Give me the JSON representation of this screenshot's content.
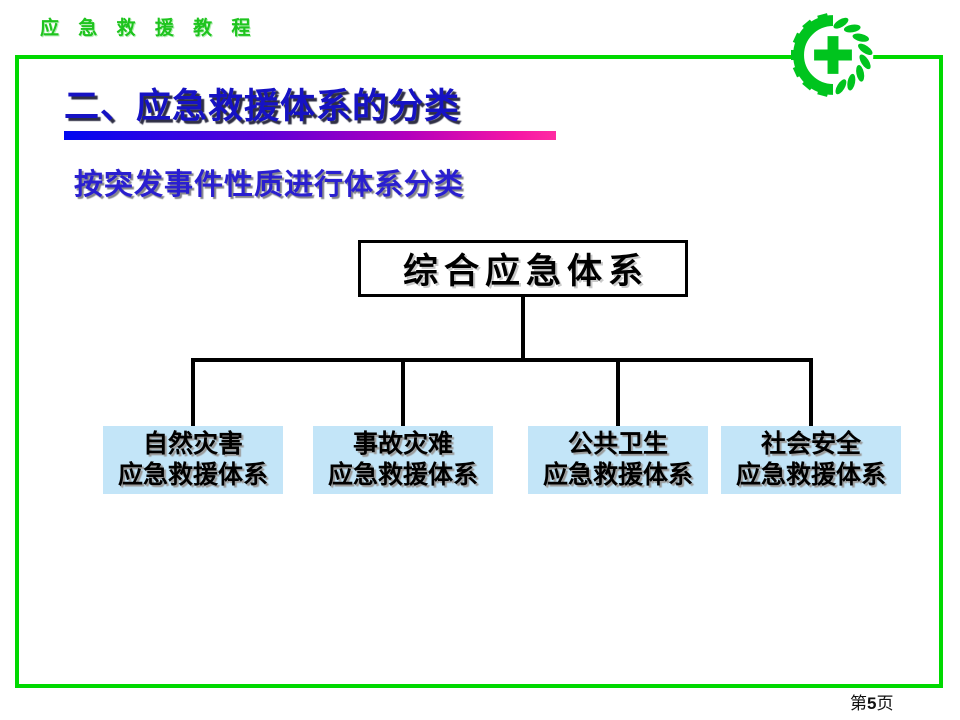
{
  "slide": {
    "header": "应 急 救 援 教 程",
    "title": "二、应急救援体系的分类",
    "subtitle": "按突发事件性质进行体系分类",
    "page": {
      "prefix": "第",
      "number": "5",
      "suffix": "页"
    }
  },
  "logo": {
    "icon": "safety-gear-wreath-cross"
  },
  "diagram": {
    "type": "tree",
    "root_label": "综合应急体系",
    "children": [
      {
        "line1": "自然灾害",
        "line2": "应急救援体系"
      },
      {
        "line1": "事故灾难",
        "line2": "应急救援体系"
      },
      {
        "line1": "公共卫生",
        "line2": "应急救援体系"
      },
      {
        "line1": "社会安全",
        "line2": "应急救援体系"
      }
    ]
  },
  "colors": {
    "background": "#ffffff",
    "border_green": "#00d900",
    "logo_green": "#00c41e",
    "header_green": "#1ec41e",
    "title_blue": "#1612c4",
    "subtitle_blue": "#2a1fd0",
    "leaf_box_blue": "#c3e5f8",
    "bar_gradient_start": "#0008f0",
    "bar_gradient_end": "#ff2ba2",
    "connector_black": "#000000"
  }
}
